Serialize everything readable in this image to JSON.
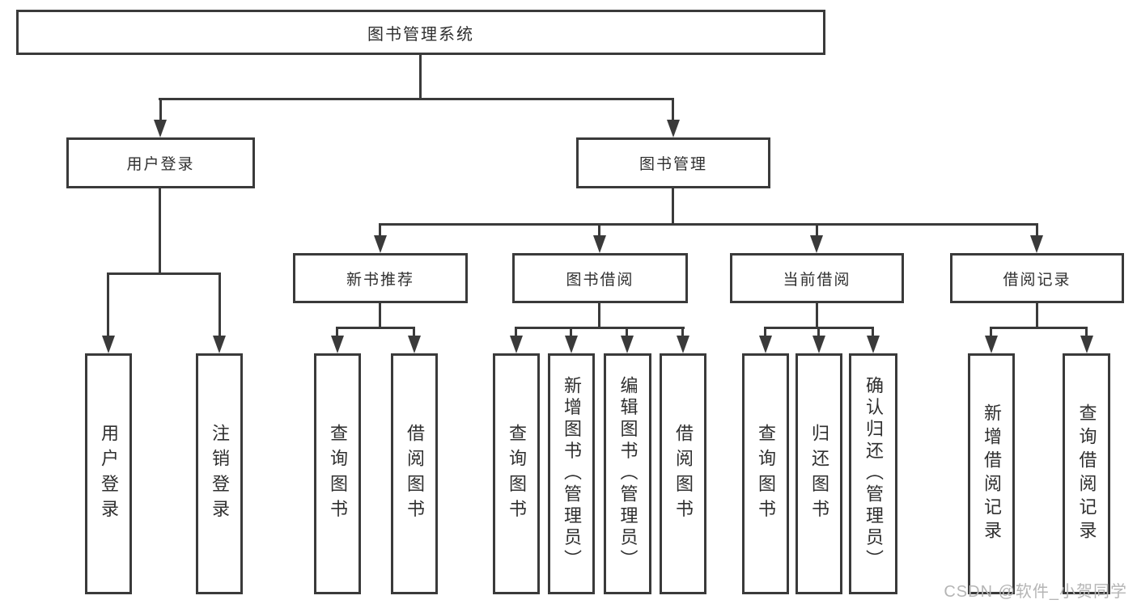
{
  "colors": {
    "line": "#3a3a3a",
    "text": "#2f2f2f",
    "background": "#ffffff",
    "watermark_color": "#b5b5b5"
  },
  "watermark": "CSDN @软件_小贺同学",
  "diagram": {
    "root": "图书管理系统",
    "branches": [
      {
        "label": "用户登录",
        "children": [
          "用户登录",
          "注销登录"
        ]
      },
      {
        "label": "图书管理",
        "children": [
          {
            "label": "新书推荐",
            "children": [
              "查询图书",
              "借阅图书"
            ]
          },
          {
            "label": "图书借阅",
            "children": [
              "查询图书",
              "新增图书（管理员）",
              "编辑图书（管理员）",
              "借阅图书"
            ]
          },
          {
            "label": "当前借阅",
            "children": [
              "查询图书",
              "归还图书",
              "确认归还（管理员）"
            ]
          },
          {
            "label": "借阅记录",
            "children": [
              "新增借阅记录",
              "查询借阅记录"
            ]
          }
        ]
      }
    ]
  }
}
